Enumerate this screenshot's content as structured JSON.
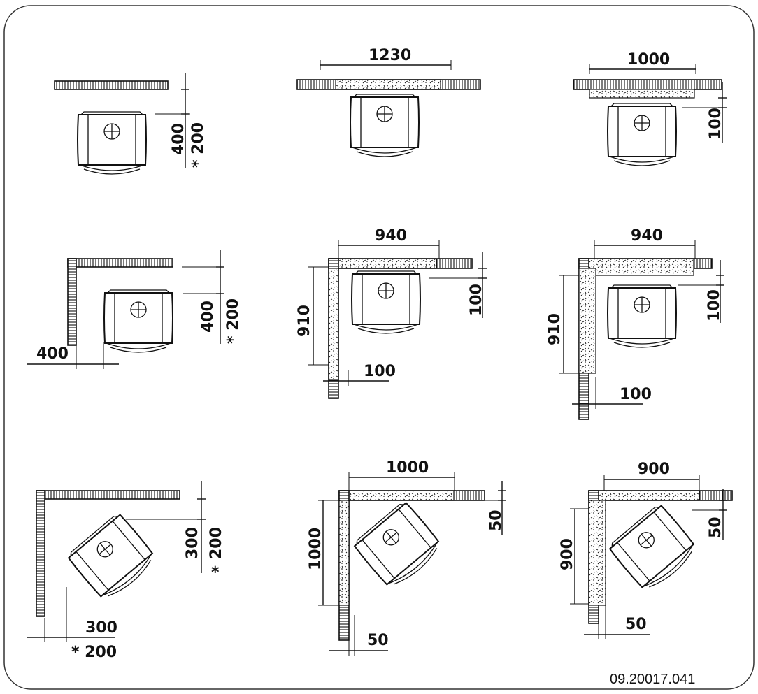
{
  "reference_code": "09.20017.041",
  "panels": [
    {
      "id": "r1c1",
      "labels": {
        "v1": "400",
        "v2": "* 200"
      }
    },
    {
      "id": "r1c2",
      "labels": {
        "h1": "1230"
      }
    },
    {
      "id": "r1c3",
      "labels": {
        "h1": "1000",
        "v1": "100"
      }
    },
    {
      "id": "r2c1",
      "labels": {
        "h1": "400",
        "v1": "400",
        "v2": "* 200"
      }
    },
    {
      "id": "r2c2",
      "labels": {
        "top": "940",
        "left": "910",
        "side": "100",
        "bottom": "100"
      }
    },
    {
      "id": "r2c3",
      "labels": {
        "top": "940",
        "left": "910",
        "side": "100",
        "bottom": "100"
      }
    },
    {
      "id": "r3c1",
      "labels": {
        "v1": "300",
        "v2": "200",
        "v2star": "*",
        "h1": "300",
        "h2": "* 200"
      }
    },
    {
      "id": "r3c2",
      "labels": {
        "top": "1000",
        "left": "1000",
        "side": "50",
        "bottom": "50"
      }
    },
    {
      "id": "r3c3",
      "labels": {
        "top": "900",
        "left": "900",
        "side": "50",
        "bottom": "50"
      }
    }
  ]
}
